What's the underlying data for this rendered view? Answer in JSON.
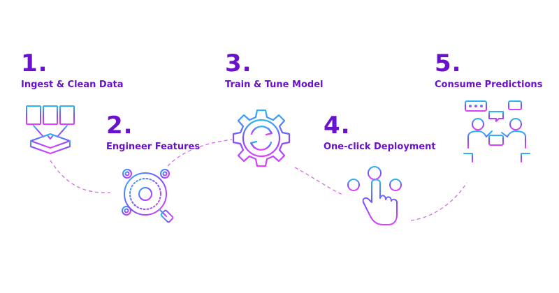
{
  "steps": [
    {
      "number": "1.",
      "label": "Ingest & Clean Data",
      "icon": "documents-to-tray-icon"
    },
    {
      "number": "2.",
      "label": "Engineer Features",
      "icon": "magnifier-gears-icon"
    },
    {
      "number": "3.",
      "label": "Train & Tune Model",
      "icon": "gear-cycle-icon"
    },
    {
      "number": "4.",
      "label": "One-click Deployment",
      "icon": "hand-touch-icon"
    },
    {
      "number": "5.",
      "label": "Consume Predictions",
      "icon": "people-meeting-icon"
    }
  ],
  "colors": {
    "title": "#6a11cb",
    "gradient_start": "#29b6f6",
    "gradient_mid": "#7c4dff",
    "gradient_end": "#e040fb",
    "connector": "#d46ae8"
  }
}
